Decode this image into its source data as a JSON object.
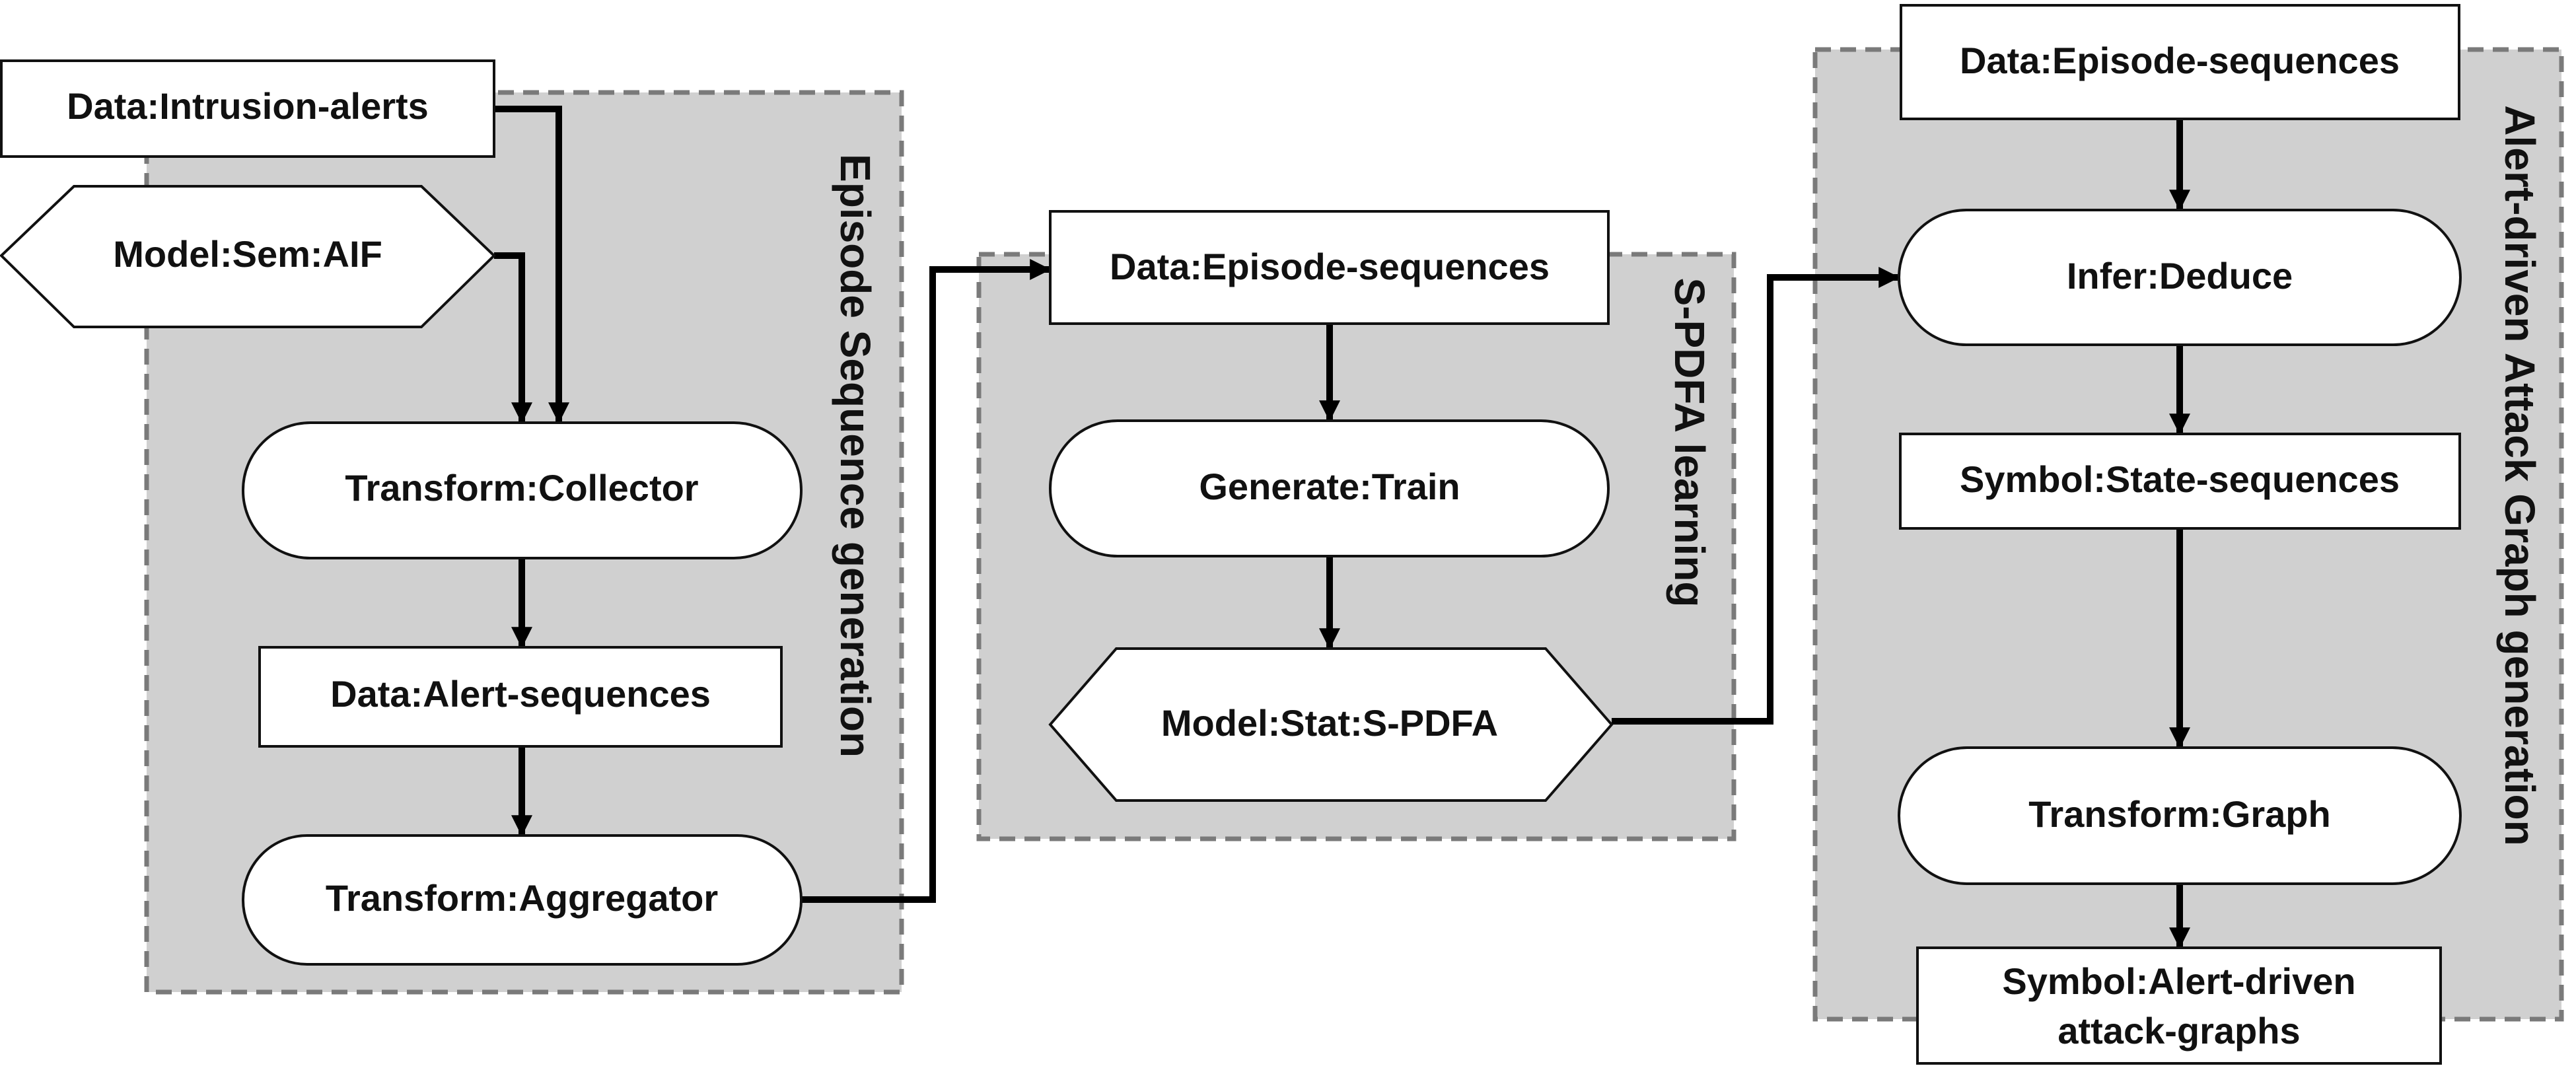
{
  "groups": {
    "episode": "Episode Sequence generation",
    "spdfa": "S-PDFA learning",
    "attack_graph": "Alert-driven Attack Graph generation"
  },
  "nodes": {
    "intrusion_alerts": "Data:Intrusion-alerts",
    "model_sem_aif": "Model:Sem:AIF",
    "transform_collector": "Transform:Collector",
    "alert_sequences": "Data:Alert-sequences",
    "transform_aggregator": "Transform:Aggregator",
    "episode_sequences_mid": "Data:Episode-sequences",
    "generate_train": "Generate:Train",
    "model_stat_spdfa": "Model:Stat:S-PDFA",
    "episode_sequences_right": "Data:Episode-sequences",
    "infer_deduce": "Infer:Deduce",
    "symbol_state_sequences": "Symbol:State-sequences",
    "transform_graph": "Transform:Graph",
    "symbol_attack_graphs_line1": "Symbol:Alert-driven",
    "symbol_attack_graphs_line2": "attack-graphs"
  },
  "colors": {
    "group_fill": "#d0d0d0",
    "group_border": "#7a7a7a",
    "node_fill": "#ffffff",
    "stroke": "#000000"
  }
}
